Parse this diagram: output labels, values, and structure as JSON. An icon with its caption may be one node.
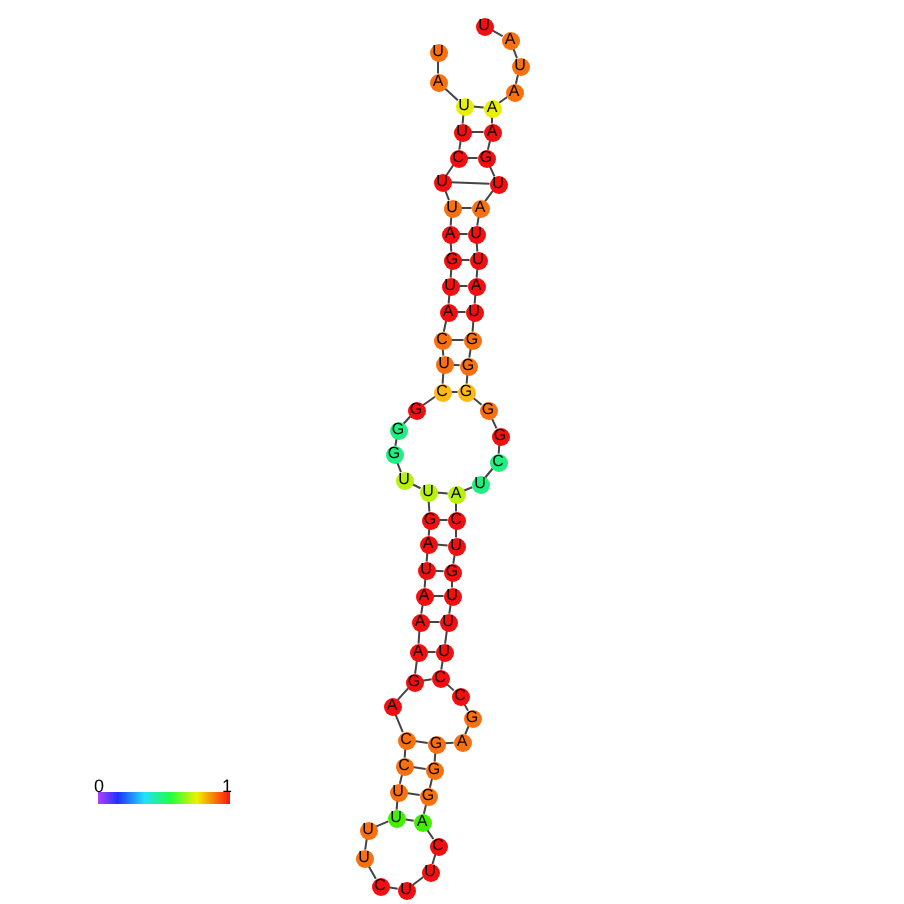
{
  "diagram": {
    "nodes": [
      {
        "text": [
          "U"
        ]
      },
      {
        "text": [
          "A"
        ]
      },
      {
        "text": [
          "U"
        ]
      },
      {
        "text": [
          "U"
        ]
      },
      {
        "text": [
          "C"
        ]
      },
      {
        "text": [
          "U"
        ]
      },
      {
        "text": [
          "U"
        ]
      },
      {
        "text": [
          "A"
        ]
      },
      {
        "text": [
          "G"
        ]
      },
      {
        "text": [
          "U"
        ]
      },
      {
        "text": [
          "A"
        ]
      },
      {
        "text": [
          "C"
        ]
      },
      {
        "text": [
          "U"
        ]
      },
      {
        "text": [
          "C"
        ]
      },
      {
        "text": [
          "G"
        ]
      },
      {
        "text": [
          "G"
        ]
      },
      {
        "text": [
          "G"
        ]
      },
      {
        "text": [
          "U"
        ]
      },
      {
        "text": [
          "U"
        ]
      },
      {
        "text": [
          "G"
        ]
      },
      {
        "text": [
          "A"
        ]
      },
      {
        "text": [
          "U"
        ]
      },
      {
        "text": [
          "A"
        ]
      },
      {
        "text": [
          "A"
        ]
      },
      {
        "text": [
          "A"
        ]
      },
      {
        "text": [
          "G"
        ]
      },
      {
        "text": [
          "A"
        ]
      },
      {
        "text": [
          "C"
        ]
      },
      {
        "text": [
          "C"
        ]
      },
      {
        "text": [
          "U"
        ]
      },
      {
        "text": [
          "U"
        ]
      },
      {
        "text": [
          "U"
        ]
      },
      {
        "text": [
          "U"
        ]
      },
      {
        "text": [
          "C"
        ]
      },
      {
        "text": [
          "U"
        ]
      },
      {
        "text": [
          "U"
        ]
      },
      {
        "text": [
          "C"
        ]
      },
      {
        "text": [
          "A"
        ]
      },
      {
        "text": [
          "G"
        ]
      },
      {
        "text": [
          "G"
        ]
      },
      {
        "text": [
          "G"
        ]
      },
      {
        "text": [
          "A"
        ]
      },
      {
        "text": [
          "G"
        ]
      },
      {
        "text": [
          "C"
        ]
      },
      {
        "text": [
          "C"
        ]
      },
      {
        "text": [
          "U"
        ]
      },
      {
        "text": [
          "U"
        ]
      },
      {
        "text": [
          "U"
        ]
      },
      {
        "text": [
          "G"
        ]
      },
      {
        "text": [
          "U"
        ]
      },
      {
        "text": [
          "C"
        ]
      },
      {
        "text": [
          "A"
        ]
      },
      {
        "text": [
          "U"
        ]
      },
      {
        "text": [
          "C"
        ]
      },
      {
        "text": [
          "G"
        ]
      },
      {
        "text": [
          "G"
        ]
      },
      {
        "text": [
          "G"
        ]
      },
      {
        "text": [
          "G"
        ]
      },
      {
        "text": [
          "G"
        ]
      },
      {
        "text": [
          "U"
        ]
      },
      {
        "text": [
          "A"
        ]
      },
      {
        "text": [
          "U"
        ]
      },
      {
        "text": [
          "U"
        ]
      },
      {
        "text": [
          "A"
        ]
      },
      {
        "text": [
          "U"
        ]
      },
      {
        "text": [
          "G"
        ]
      },
      {
        "text": [
          "A"
        ]
      },
      {
        "text": [
          "A"
        ]
      },
      {
        "text": [
          "A"
        ]
      },
      {
        "text": [
          "U"
        ]
      },
      {
        "text": [
          "A"
        ]
      },
      {
        "text": [
          "U"
        ]
      }
    ],
    "edges": [
      {
        "from": 0,
        "to": 1,
        "arrow": "none"
      },
      {
        "from": 1,
        "to": 2,
        "arrow": "none"
      },
      {
        "from": 2,
        "to": 3,
        "arrow": "none"
      },
      {
        "from": 3,
        "to": 4,
        "arrow": "none"
      },
      {
        "from": 4,
        "to": 5,
        "arrow": "none"
      },
      {
        "from": 5,
        "to": 6,
        "arrow": "none"
      },
      {
        "from": 6,
        "to": 7,
        "arrow": "none"
      },
      {
        "from": 7,
        "to": 8,
        "arrow": "none"
      },
      {
        "from": 8,
        "to": 9,
        "arrow": "none"
      },
      {
        "from": 9,
        "to": 10,
        "arrow": "none"
      },
      {
        "from": 10,
        "to": 11,
        "arrow": "none"
      },
      {
        "from": 11,
        "to": 12,
        "arrow": "none"
      },
      {
        "from": 12,
        "to": 13,
        "arrow": "none"
      },
      {
        "from": 13,
        "to": 14,
        "arrow": "none"
      },
      {
        "from": 14,
        "to": 15,
        "arrow": "none"
      },
      {
        "from": 15,
        "to": 16,
        "arrow": "none"
      },
      {
        "from": 16,
        "to": 17,
        "arrow": "none"
      },
      {
        "from": 17,
        "to": 18,
        "arrow": "none"
      },
      {
        "from": 18,
        "to": 19,
        "arrow": "none"
      },
      {
        "from": 19,
        "to": 20,
        "arrow": "none"
      },
      {
        "from": 20,
        "to": 21,
        "arrow": "none"
      },
      {
        "from": 21,
        "to": 22,
        "arrow": "none"
      },
      {
        "from": 22,
        "to": 23,
        "arrow": "none"
      },
      {
        "from": 23,
        "to": 24,
        "arrow": "none"
      },
      {
        "from": 24,
        "to": 25,
        "arrow": "none"
      },
      {
        "from": 25,
        "to": 26,
        "arrow": "none"
      },
      {
        "from": 26,
        "to": 27,
        "arrow": "none"
      },
      {
        "from": 27,
        "to": 28,
        "arrow": "none"
      },
      {
        "from": 28,
        "to": 29,
        "arrow": "none"
      },
      {
        "from": 29,
        "to": 30,
        "arrow": "none"
      },
      {
        "from": 30,
        "to": 31,
        "arrow": "none"
      },
      {
        "from": 31,
        "to": 32,
        "arrow": "none"
      },
      {
        "from": 32,
        "to": 33,
        "arrow": "none"
      },
      {
        "from": 33,
        "to": 34,
        "arrow": "none"
      },
      {
        "from": 34,
        "to": 35,
        "arrow": "none"
      },
      {
        "from": 35,
        "to": 36,
        "arrow": "none"
      },
      {
        "from": 36,
        "to": 37,
        "arrow": "none"
      },
      {
        "from": 37,
        "to": 38,
        "arrow": "none"
      },
      {
        "from": 38,
        "to": 39,
        "arrow": "none"
      },
      {
        "from": 39,
        "to": 40,
        "arrow": "none"
      },
      {
        "from": 40,
        "to": 41,
        "arrow": "none"
      },
      {
        "from": 41,
        "to": 42,
        "arrow": "none"
      },
      {
        "from": 42,
        "to": 43,
        "arrow": "none"
      },
      {
        "from": 43,
        "to": 44,
        "arrow": "none"
      },
      {
        "from": 44,
        "to": 45,
        "arrow": "none"
      },
      {
        "from": 45,
        "to": 46,
        "arrow": "none"
      },
      {
        "from": 46,
        "to": 47,
        "arrow": "none"
      },
      {
        "from": 47,
        "to": 48,
        "arrow": "none"
      },
      {
        "from": 48,
        "to": 49,
        "arrow": "none"
      },
      {
        "from": 49,
        "to": 50,
        "arrow": "none"
      },
      {
        "from": 50,
        "to": 51,
        "arrow": "none"
      },
      {
        "from": 51,
        "to": 52,
        "arrow": "none"
      },
      {
        "from": 52,
        "to": 53,
        "arrow": "none"
      },
      {
        "from": 53,
        "to": 54,
        "arrow": "none"
      },
      {
        "from": 54,
        "to": 55,
        "arrow": "none"
      },
      {
        "from": 55,
        "to": 56,
        "arrow": "none"
      },
      {
        "from": 56,
        "to": 57,
        "arrow": "none"
      },
      {
        "from": 57,
        "to": 58,
        "arrow": "none"
      },
      {
        "from": 58,
        "to": 59,
        "arrow": "none"
      },
      {
        "from": 59,
        "to": 60,
        "arrow": "none"
      },
      {
        "from": 60,
        "to": 61,
        "arrow": "none"
      },
      {
        "from": 61,
        "to": 62,
        "arrow": "none"
      },
      {
        "from": 62,
        "to": 63,
        "arrow": "none"
      },
      {
        "from": 63,
        "to": 64,
        "arrow": "none"
      },
      {
        "from": 64,
        "to": 65,
        "arrow": "none"
      },
      {
        "from": 65,
        "to": 66,
        "arrow": "none"
      },
      {
        "from": 66,
        "to": 67,
        "arrow": "none"
      },
      {
        "from": 67,
        "to": 68,
        "arrow": "none"
      },
      {
        "from": 68,
        "to": 69,
        "arrow": "none"
      },
      {
        "from": 69,
        "to": 70,
        "arrow": "none"
      },
      {
        "from": 70,
        "to": 71,
        "arrow": "none"
      },
      {
        "from": 2,
        "to": 67,
        "arrow": "none"
      },
      {
        "from": 3,
        "to": 66,
        "arrow": "none"
      },
      {
        "from": 4,
        "to": 65,
        "arrow": "none"
      },
      {
        "from": 5,
        "to": 64,
        "arrow": "none"
      },
      {
        "from": 6,
        "to": 63,
        "arrow": "none"
      },
      {
        "from": 7,
        "to": 62,
        "arrow": "none"
      },
      {
        "from": 8,
        "to": 61,
        "arrow": "none"
      },
      {
        "from": 9,
        "to": 60,
        "arrow": "none"
      },
      {
        "from": 10,
        "to": 59,
        "arrow": "none"
      },
      {
        "from": 11,
        "to": 58,
        "arrow": "none"
      },
      {
        "from": 12,
        "to": 57,
        "arrow": "none"
      },
      {
        "from": 13,
        "to": 56,
        "arrow": "none"
      },
      {
        "from": 18,
        "to": 51,
        "arrow": "none"
      },
      {
        "from": 19,
        "to": 50,
        "arrow": "none"
      },
      {
        "from": 20,
        "to": 49,
        "arrow": "none"
      },
      {
        "from": 21,
        "to": 48,
        "arrow": "none"
      },
      {
        "from": 22,
        "to": 47,
        "arrow": "none"
      },
      {
        "from": 23,
        "to": 46,
        "arrow": "none"
      },
      {
        "from": 24,
        "to": 45,
        "arrow": "none"
      },
      {
        "from": 25,
        "to": 44,
        "arrow": "none"
      },
      {
        "from": 27,
        "to": 40,
        "arrow": "none"
      },
      {
        "from": 28,
        "to": 39,
        "arrow": "none"
      },
      {
        "from": 29,
        "to": 38,
        "arrow": "none"
      },
      {
        "from": 30,
        "to": 37,
        "arrow": "none"
      }
    ],
    "labels": [
      "0",
      "1"
    ]
  }
}
